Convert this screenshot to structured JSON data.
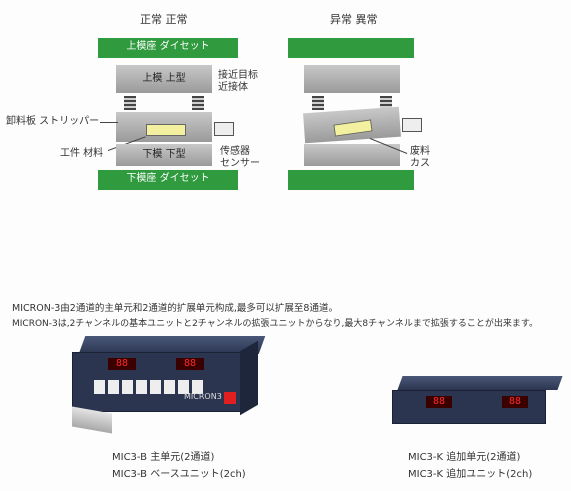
{
  "diagram_left": {
    "title": "正常 正常",
    "upper_seat": "上模座 ダイセット",
    "upper_die": "上模 上型",
    "approach_target_line1": "接近目标",
    "approach_target_line2": "近接体",
    "stripper": "卸料板 ストリッパー",
    "workpiece": "工件 材料",
    "lower_die": "下模 下型",
    "sensor_line1": "传感器",
    "sensor_line2": "センサー",
    "lower_seat": "下模座 ダイセット"
  },
  "diagram_right": {
    "title": "异常 異常",
    "scrap_line1": "废料",
    "scrap_line2": "カス"
  },
  "description": {
    "line1": "MICRON-3由2通道的主单元和2通道的扩展单元构成,最多可以扩展至8通道。",
    "line2": "MICRON-3は,2チャンネルの基本ユニットと2チャンネルの拡張ユニットからなり,最大8チャンネルまで拡張することが出来ます。"
  },
  "product_left": {
    "brand": "MICRON3",
    "caption_line1": "MIC3-B 主单元(2通道)",
    "caption_line2": "MIC3-B ベースユニット(2ch)"
  },
  "product_right": {
    "caption_line1": "MIC3-K 追加单元(2通道)",
    "caption_line2": "MIC3-K 追加ユニット(2ch)"
  },
  "colors": {
    "green": "#2f9a3e",
    "device_blue": "#2b3550",
    "led_red": "#e02020"
  }
}
